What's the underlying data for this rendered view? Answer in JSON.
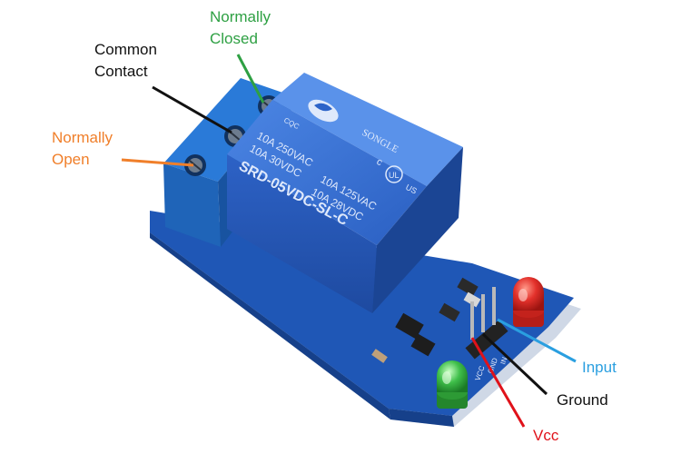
{
  "labels": {
    "normally_closed": {
      "line1": "Normally",
      "line2": "Closed",
      "color": "#2ea043"
    },
    "common_contact": {
      "line1": "Common",
      "line2": "Contact",
      "color": "#111111"
    },
    "normally_open": {
      "line1": "Normally",
      "line2": "Open",
      "color": "#f07f2a"
    },
    "input": {
      "text": "Input",
      "color": "#2a9fe0"
    },
    "ground": {
      "text": "Ground",
      "color": "#111111"
    },
    "vcc": {
      "text": "Vcc",
      "color": "#e0121a"
    }
  },
  "relay": {
    "brand": "SONGLE",
    "rating_ac_1": "10A 250VAC",
    "rating_dc_1": "10A 30VDC",
    "rating_ac_2": "10A 125VAC",
    "rating_dc_2": "10A 28VDC",
    "model": "SRD-05VDC-SL-C",
    "cqc": "CQC",
    "ul_c": "c",
    "ul_us": "US"
  },
  "pin_labels": {
    "vcc": "VCC",
    "gnd": "GND",
    "in": "IN"
  },
  "colors": {
    "relay_blue": "#2c63c8",
    "pcb_blue": "#1f57b6",
    "terminal_blue": "#1f6fcc",
    "led_red": "#e3312b",
    "led_green": "#3fbf4a"
  }
}
